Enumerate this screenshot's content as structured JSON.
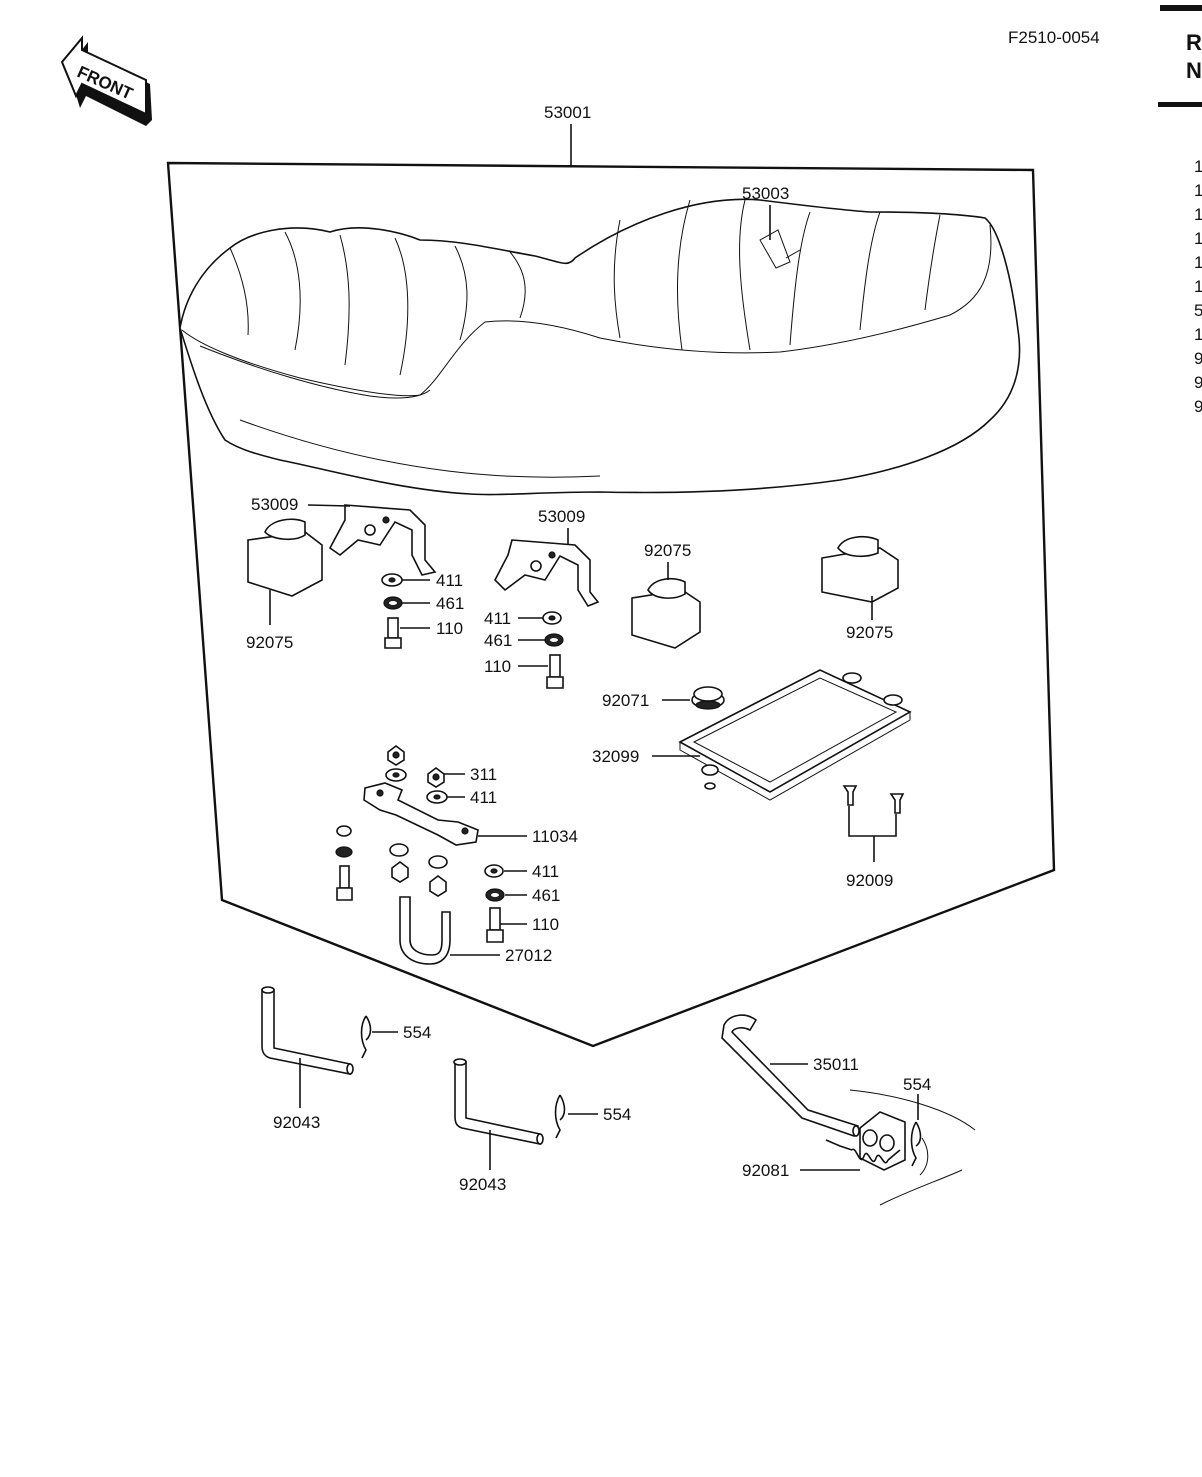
{
  "drawing_code": "F2510-0054",
  "front_arrow_text": "FRONT",
  "cut_off_text": [
    "R",
    "N",
    "1",
    "1",
    "1",
    "1",
    "1",
    "1",
    "5",
    "1",
    "9",
    "9",
    "9"
  ],
  "parts": {
    "seat_assy": "53001",
    "seat_strap": "53003",
    "bracket_left": "53009",
    "bracket_center": "53009",
    "damper_left": "92075",
    "damper_center": "92075",
    "damper_right": "92075",
    "washer_411_left": "411",
    "lockwasher_461_left": "461",
    "bolt_110_left": "110",
    "washer_411_center": "411",
    "lockwasher_461_center": "461",
    "bolt_110_center": "110",
    "grommet": "92071",
    "tray": "32099",
    "nut_311": "311",
    "washer_411_upper": "411",
    "bracket_11034": "11034",
    "washer_411_lower": "411",
    "lockwasher_461_lower": "461",
    "bolt_110_lower": "110",
    "ubolt": "27012",
    "screws": "92009",
    "pin_554_left": "554",
    "pin_554_center": "554",
    "pin_554_right": "554",
    "bar_left": "92043",
    "bar_center": "92043",
    "hinge_pin": "35011",
    "spring": "92081"
  }
}
